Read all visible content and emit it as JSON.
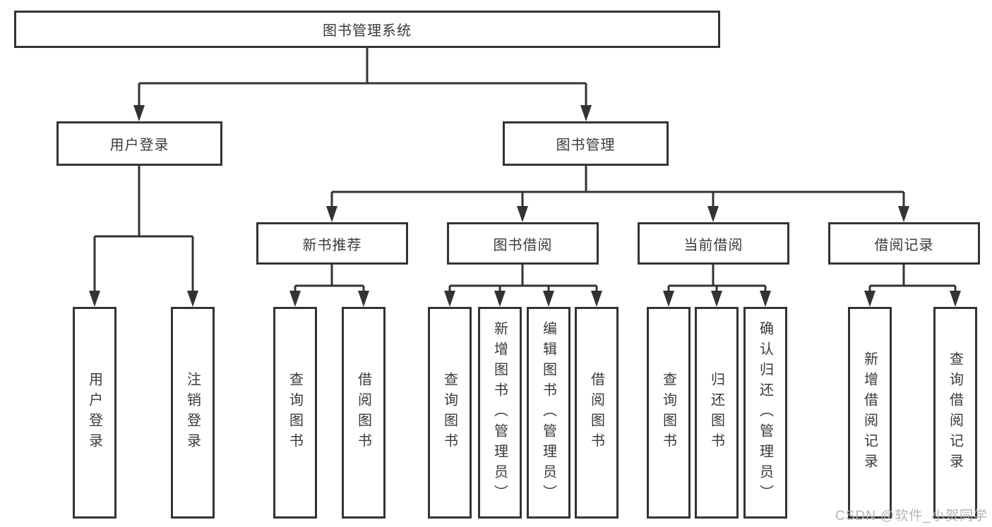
{
  "diagram": {
    "title": "图书管理系统",
    "root": "图书管理系统",
    "level2": [
      {
        "label": "用户登录",
        "children": [
          "用户登录",
          "注销登录"
        ]
      },
      {
        "label": "图书管理"
      }
    ],
    "level3": [
      {
        "label": "新书推荐",
        "children": [
          "查询图书",
          "借阅图书"
        ]
      },
      {
        "label": "图书借阅",
        "children": [
          "查询图书",
          "新增图书（管理员）",
          "编辑图书（管理员）",
          "借阅图书"
        ]
      },
      {
        "label": "当前借阅",
        "children": [
          "查询图书",
          "归还图书",
          "确认归还（管理员）"
        ]
      },
      {
        "label": "借阅记录",
        "children": [
          "新增借阅记录",
          "查询借阅记录"
        ]
      }
    ]
  },
  "watermark": "CSDN @软件_小贺同学",
  "colors": {
    "line": "#333333",
    "box_border": "#333333",
    "text": "#3a3a3a",
    "background": "#ffffff",
    "watermark": "#b0b0b0"
  }
}
